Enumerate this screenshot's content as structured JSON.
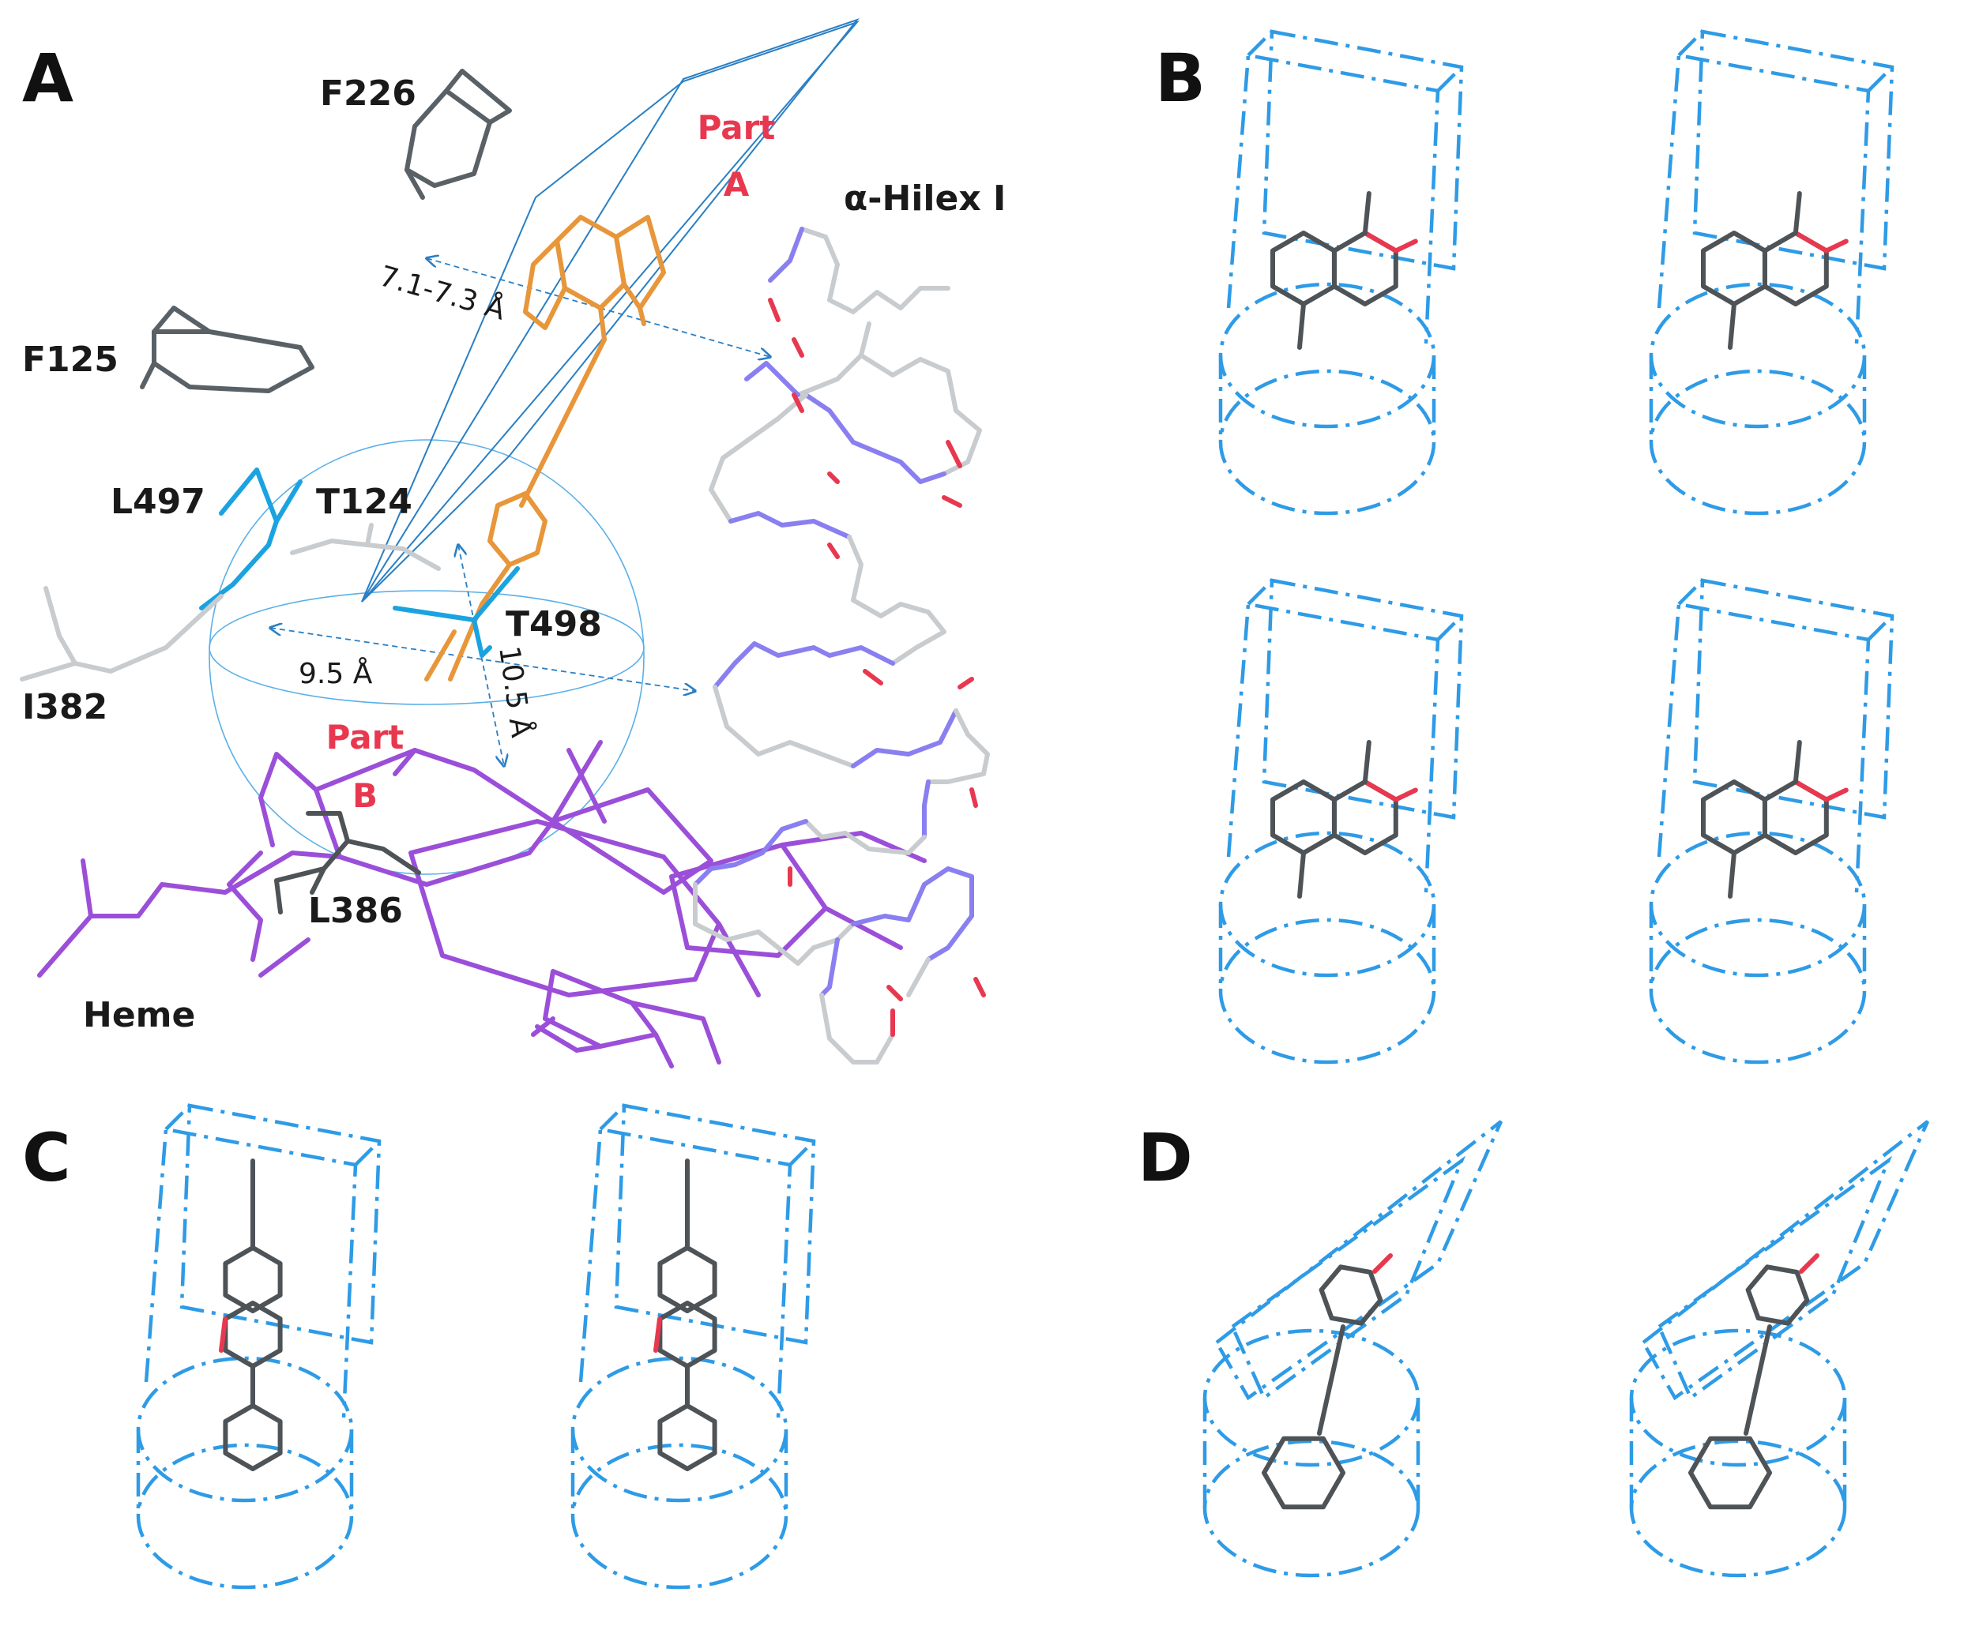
{
  "panels": {
    "A": {
      "letter": "A",
      "residues": {
        "F226": "F226",
        "F125": "F125",
        "L497": "L497",
        "T124": "T124",
        "T498": "T498",
        "I382": "I382",
        "L386": "L386",
        "heme": "Heme",
        "helix": "α-Hilex I"
      },
      "part_a": [
        "Part",
        "A"
      ],
      "part_b": [
        "Part",
        "B"
      ],
      "distances": {
        "plane": "7.1-7.3 Å",
        "width": "9.5 Å",
        "depth": "10.5 Å"
      }
    },
    "B": {
      "letter": "B"
    },
    "C": {
      "letter": "C"
    },
    "D": {
      "letter": "D"
    }
  },
  "colors": {
    "guide": "#2e9be6",
    "part_label": "#e8384f",
    "heme": "#9b4fd9",
    "ligand": "#e8963a",
    "residue_dark": "#5a6166",
    "residue_light": "#c8cccf",
    "residue_blue": "#1aa3e0",
    "nitrogen": "#7d6df0",
    "oxygen": "#e8384f",
    "ring": "#4d5357"
  }
}
